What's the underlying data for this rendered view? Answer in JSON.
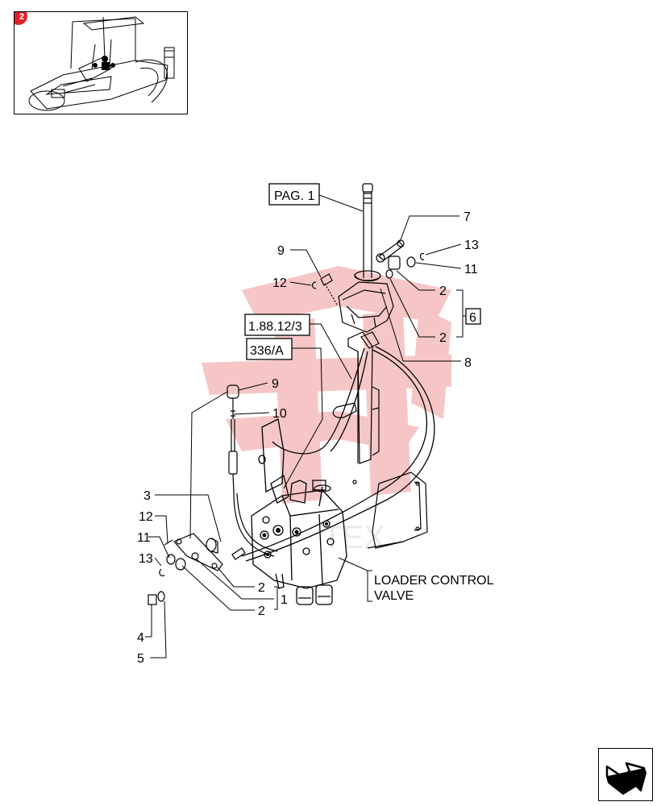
{
  "page_badge": "2",
  "refs": {
    "pag1": "PAG. 1",
    "ref_1_88": "1.88.12/3",
    "ref_336": "336/A",
    "ref_6": "6"
  },
  "callouts": {
    "c7": "7",
    "c13a": "13",
    "c11a": "11",
    "c2a": "2",
    "c2b": "2",
    "c8": "8",
    "c9a": "9",
    "c12a": "12",
    "c9b": "9",
    "c10": "10",
    "c3": "3",
    "c12b": "12",
    "c11b": "11",
    "c13b": "13",
    "c2c": "2",
    "c1": "1",
    "c2d": "2",
    "c4": "4",
    "c5": "5"
  },
  "description": {
    "line1": "LOADER CONTROL",
    "line2": "VALVE"
  },
  "watermark": "TEX",
  "colors": {
    "watermark": "#f6c3c3",
    "badge": "#e0212b",
    "ink": "#000000"
  },
  "icons": {
    "nav": "next-page-arrow-icon",
    "thumbnail": "tractor-thumbnail-icon"
  }
}
